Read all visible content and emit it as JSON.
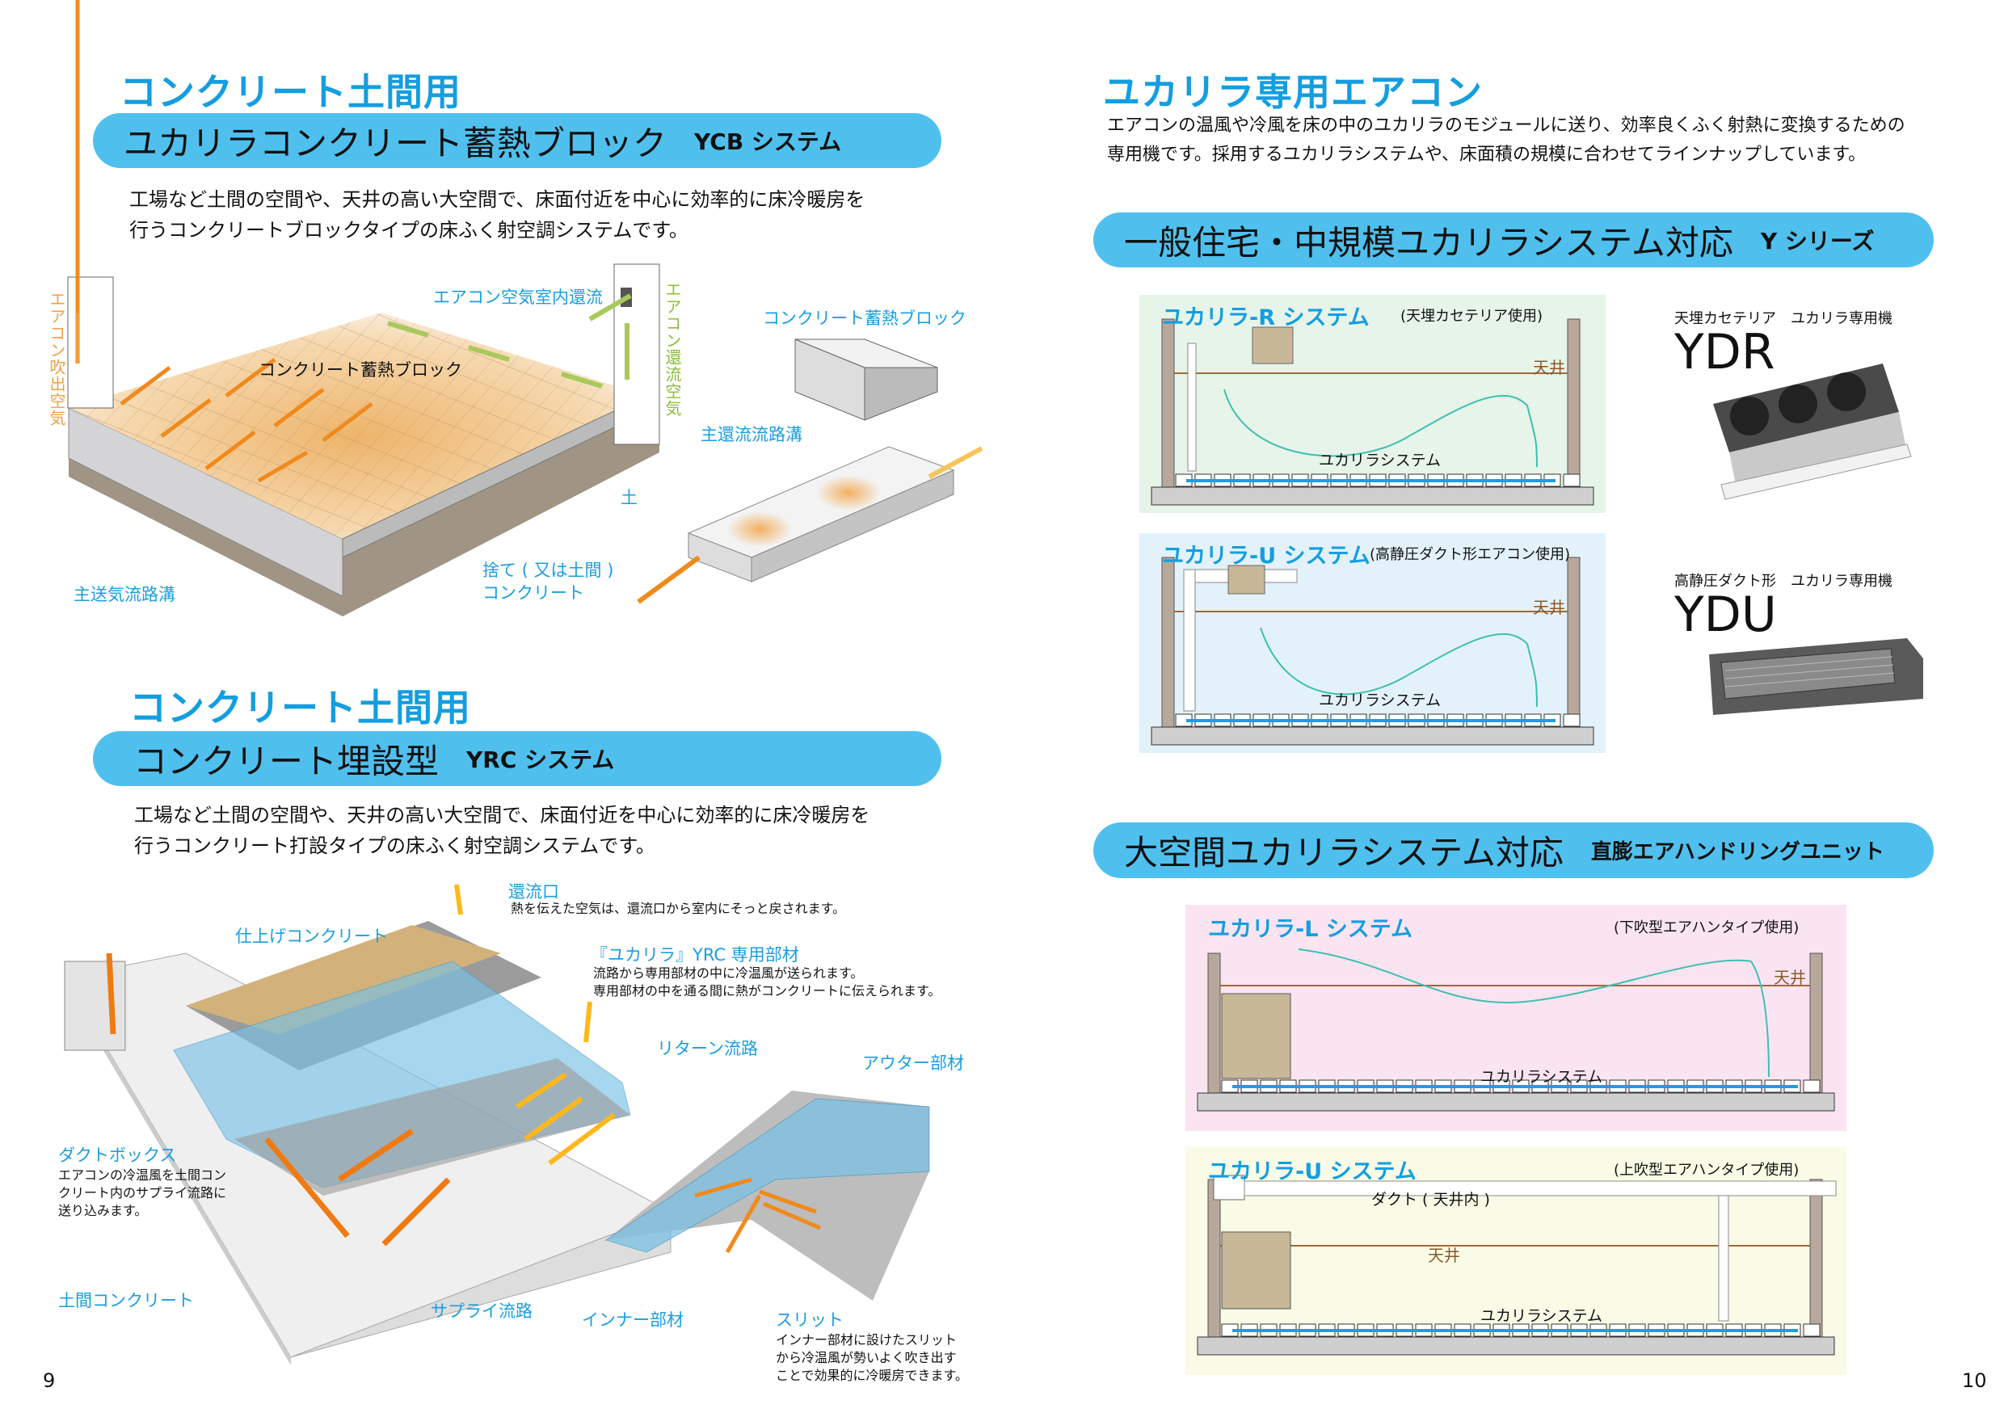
{
  "left_page": {
    "section1": {
      "heading": "コンクリート土間用",
      "banner_title": "ユカリラコンクリート蓄熱ブロック",
      "banner_sub": "YCB システム",
      "description": [
        "工場など土間の空間や、天井の高い大空間で、床面付近を中心に効率的に床冷暖房を",
        "行うコンクリートブロックタイプの床ふく射空調システムです。"
      ],
      "diagram_labels": {
        "supply_air_vertical": "エアコン吹出空気",
        "return_air_vertical": "エアコン還流空気",
        "indoor_return": "エアコン空気室内還流",
        "block_on_floor": "コンクリート蓄熱ブロック",
        "block_product": "コンクリート蓄熱ブロック",
        "main_return_channel": "主還流流路溝",
        "soil": "土",
        "base_concrete_1": "捨て ( 又は土間 )",
        "base_concrete_2": "コンクリート",
        "main_supply_channel": "主送気流路溝"
      }
    },
    "section2": {
      "heading": "コンクリート土間用",
      "banner_title": "コンクリート埋設型",
      "banner_sub": "YRC システム",
      "description": [
        "工場など土間の空間や、天井の高い大空間で、床面付近を中心に効率的に床冷暖房を",
        "行うコンクリート打設タイプの床ふく射空調システムです。"
      ],
      "diagram_labels": {
        "return_vent": "還流口",
        "return_vent_note": "熱を伝えた空気は、還流口から室内にそっと戻されます。",
        "finish_concrete": "仕上げコンクリート",
        "yrc_member": "『ユカリラ』YRC 専用部材",
        "yrc_member_note": [
          "流路から専用部材の中に冷温風が送られます。",
          "専用部材の中を通る間に熱がコンクリートに伝えられます。"
        ],
        "return_channel": "リターン流路",
        "outer_member": "アウター部材",
        "duct_box": "ダクトボックス",
        "duct_box_note": [
          "エアコンの冷温風を土間コン",
          "クリート内のサプライ流路に",
          "送り込みます。"
        ],
        "earth_concrete": "土間コンクリート",
        "supply_channel": "サプライ流路",
        "inner_member": "インナー部材",
        "slit": "スリット",
        "slit_note": [
          "インナー部材に設けたスリット",
          "から冷温風が勢いよく吹き出す",
          "ことで効果的に冷暖房できます。"
        ]
      }
    },
    "page_number": "9"
  },
  "right_page": {
    "heading": "ユカリラ専用エアコン",
    "description": [
      "エアコンの温風や冷風を床の中のユカリラのモジュールに送り、効率良くふく射熱に変換するための",
      "専用機です。採用するユカリラシステムや、床面積の規模に合わせてラインナップしています。"
    ],
    "banner1": {
      "title": "一般住宅・中規模ユカリラシステム対応",
      "sub": "Y シリーズ"
    },
    "panels1": [
      {
        "title": "ユカリラ-R システム",
        "note": "(天埋カセテリア使用)",
        "ceiling": "天井",
        "system": "ユカリラシステム",
        "color": "#e6f4ea"
      },
      {
        "title": "ユカリラ-U システム",
        "note": "(高静圧ダクト形エアコン使用)",
        "ceiling": "天井",
        "system": "ユカリラシステム",
        "color": "#e3f2fa"
      }
    ],
    "products": [
      {
        "type": "天埋カセテリア",
        "label": "ユカリラ専用機",
        "model": "YDR"
      },
      {
        "type": "高静圧ダクト形",
        "label": "ユカリラ専用機",
        "model": "YDU"
      }
    ],
    "banner2": {
      "title": "大空間ユカリラシステム対応",
      "sub": "直膨エアハンドリングユニット"
    },
    "panels2": [
      {
        "title": "ユカリラ-L システム",
        "note": "(下吹型エアハンタイプ使用)",
        "ceiling": "天井",
        "system": "ユカリラシステム",
        "color": "#fae4f1"
      },
      {
        "title": "ユカリラ-U システム",
        "note": "(上吹型エアハンタイプ使用)",
        "ceiling": "天井",
        "system": "ユカリラシステム",
        "duct": "ダクト ( 天井内 )",
        "color": "#f9fbe6"
      }
    ],
    "page_number": "10"
  },
  "colors": {
    "accent": "#139ee0",
    "banner": "#4fc0ee",
    "orange": "#f08a1c",
    "green": "#9cc43c",
    "teal": "#3fbfb0"
  }
}
